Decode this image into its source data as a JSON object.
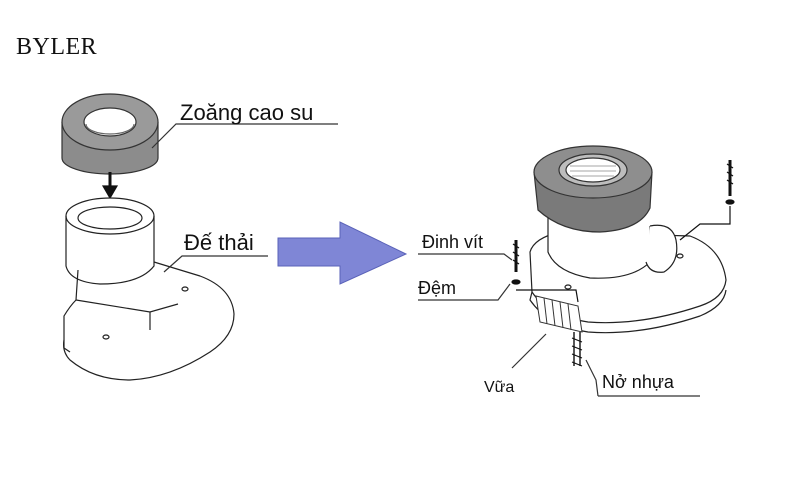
{
  "brand": "BYLER",
  "labels": {
    "rubber_gasket": "Zoăng cao su",
    "drain_base": "Đế thải",
    "screw": "Đinh vít",
    "washer": "Đệm",
    "mortar": "Vữa",
    "plastic_anchor": "Nở nhựa"
  },
  "colors": {
    "gasket_fill": "#8c8c8c",
    "gasket_fill_right": "#7a7a7a",
    "arrow_fill": "#7f86d6",
    "line": "#222222"
  }
}
